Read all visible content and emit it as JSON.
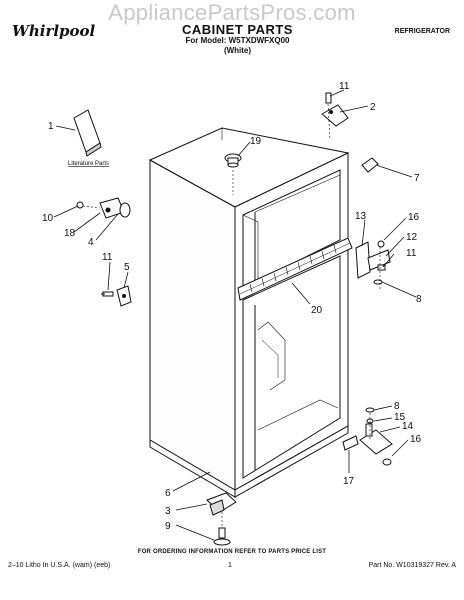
{
  "watermark": "AppliancePartsPros.com",
  "brand": "Whirlpool",
  "title": "CABINET PARTS",
  "model_line": "For Model: W5TXDWFXQ00",
  "color_line": "(White)",
  "category": "REFRIGERATOR",
  "literature_label": "Literature Parts",
  "callouts": [
    "1",
    "2",
    "3",
    "4",
    "5",
    "6",
    "7",
    "8",
    "8",
    "9",
    "10",
    "11",
    "11",
    "11",
    "12",
    "13",
    "14",
    "15",
    "16",
    "16",
    "17",
    "18",
    "19",
    "20"
  ],
  "footer": {
    "note": "FOR ORDERING INFORMATION REFER TO PARTS PRICE LIST",
    "left": "2–10 Litho In U.S.A. (wam) (eeb)",
    "page": "1",
    "right": "Part No. W10319327 Rev. A"
  }
}
